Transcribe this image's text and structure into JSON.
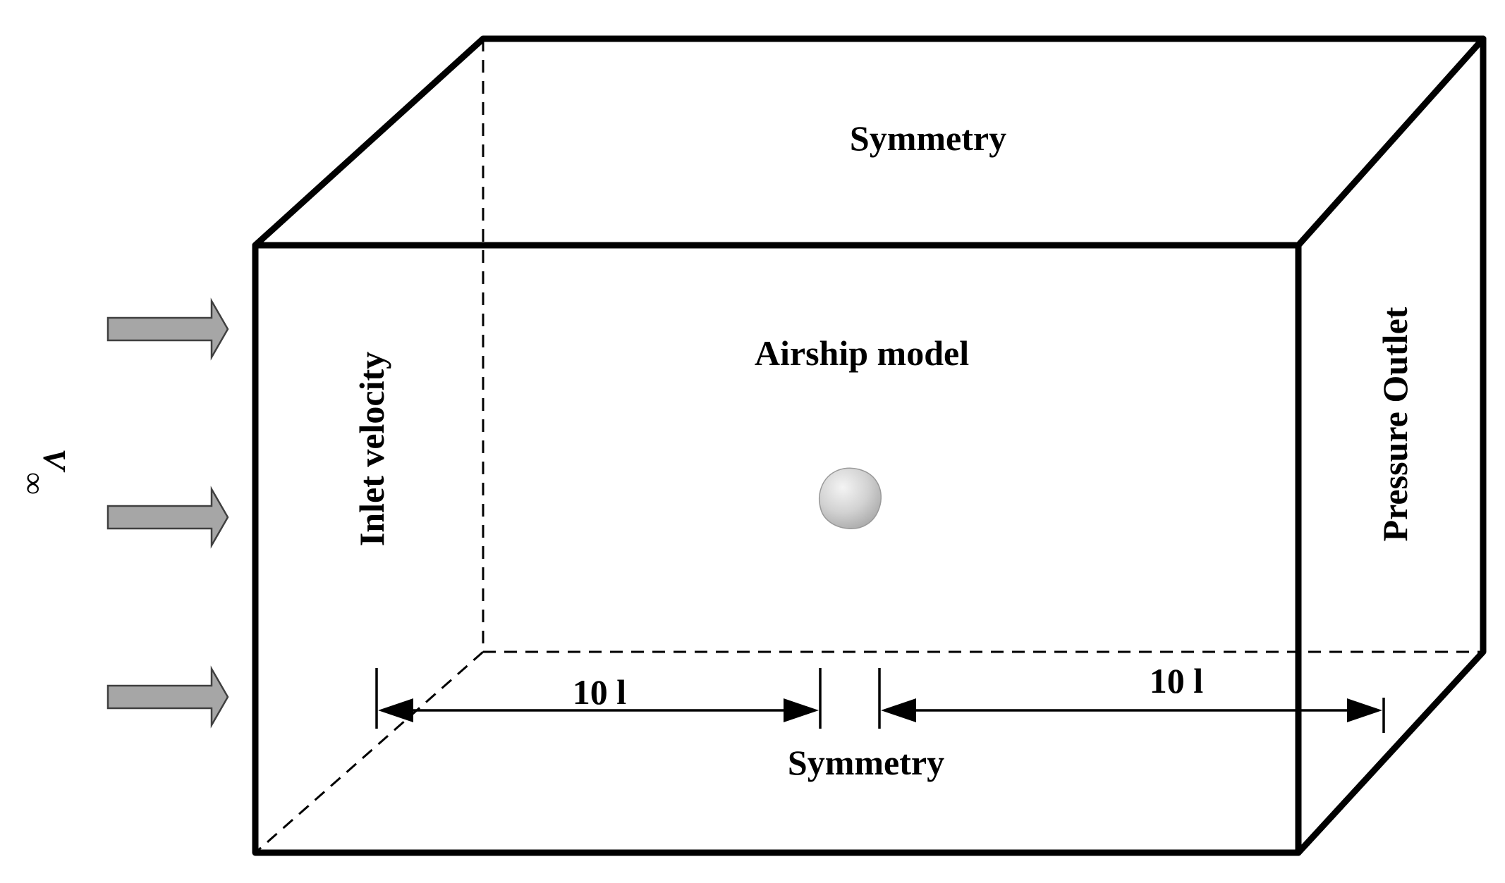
{
  "labels": {
    "top_face": "Symmetry",
    "bottom_face": "Symmetry",
    "inlet_face": "Inlet velocity",
    "outlet_face": "Pressure Outlet",
    "model": "Airship model",
    "freestream_symbol": "V",
    "freestream_subscript": "∞",
    "upstream_distance": "10 l",
    "downstream_distance": "10 l"
  },
  "colors": {
    "line": "#000000",
    "arrow_fill": "#a6a6a6",
    "arrow_stroke": "#404040",
    "model_light": "#f4f4f4",
    "model_dark": "#a8a8a8"
  },
  "freestream_arrows": {
    "count": 3,
    "icon": "arrow-right-icon"
  }
}
